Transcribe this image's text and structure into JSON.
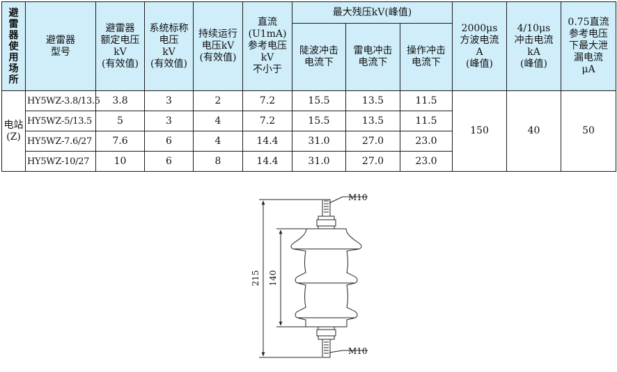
{
  "table": {
    "headers": {
      "place": "避雷器使用场所",
      "model": "避雷器\n型号",
      "rated_voltage": "避雷器\n额定电压\nkV\n(有效值)",
      "system_voltage": "系统标称\n电压\nkV\n(有效值)",
      "continuous_voltage": "持续运行\n电压kV\n(有效值)",
      "dc_ref_voltage": "直流\n(U1mA)\n参考电压\nkV\n不小于",
      "residual_group": "最大残压kV(峰值)",
      "steep_wave": "陡波冲击\n电流下",
      "lightning": "雷电冲击\n电流下",
      "switching": "操作冲击\n电流下",
      "square_wave": "2000μs\n方波电流\nA\n(峰值)",
      "impulse": "4/10μs\n冲击电流\nkA\n(峰值)",
      "leakage": "0.75直流\n参考电压\n下最大泄\n漏电流\nμA"
    },
    "place_value": "电站\n(Z)",
    "rows": [
      {
        "model": "HY5WZ-3.8/13.5",
        "rated": "3.8",
        "system": "3",
        "continuous": "2",
        "dc_ref": "7.2",
        "steep": "15.5",
        "lightning": "13.5",
        "switching": "11.5"
      },
      {
        "model": "HY5WZ-5/13.5",
        "rated": "5",
        "system": "3",
        "continuous": "4",
        "dc_ref": "7.2",
        "steep": "15.5",
        "lightning": "13.5",
        "switching": "11.5"
      },
      {
        "model": "HY5WZ-7.6/27",
        "rated": "7.6",
        "system": "6",
        "continuous": "4",
        "dc_ref": "14.4",
        "steep": "31.0",
        "lightning": "27.0",
        "switching": "23.0"
      },
      {
        "model": "HY5WZ-10/27",
        "rated": "10",
        "system": "6",
        "continuous": "8",
        "dc_ref": "14.4",
        "steep": "31.0",
        "lightning": "27.0",
        "switching": "23.0"
      }
    ],
    "shared": {
      "square_wave": "150",
      "impulse": "40",
      "leakage": "50"
    }
  },
  "drawing": {
    "top_thread": "M10",
    "bottom_thread": "M10",
    "overall_height": "215",
    "body_height": "140"
  }
}
